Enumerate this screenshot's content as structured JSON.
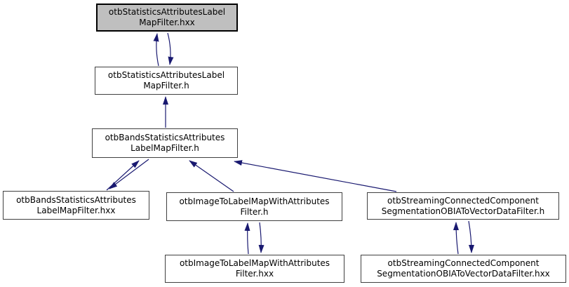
{
  "graph": {
    "type": "include-dependency-graph",
    "colors": {
      "edge": "#191970",
      "node_fill": "#ffffff",
      "highlight_fill": "#bfbfbf",
      "node_border": "#404040",
      "highlight_border": "#000000",
      "text": "#000000",
      "background": "#ffffff"
    },
    "nodes": [
      {
        "id": "otbStatisticsAttributesLabelMapFilter.hxx",
        "line1": "otbStatisticsAttributesLabel",
        "line2": "MapFilter.hxx",
        "highlighted": true
      },
      {
        "id": "otbStatisticsAttributesLabelMapFilter.h",
        "line1": "otbStatisticsAttributesLabel",
        "line2": "MapFilter.h",
        "highlighted": false
      },
      {
        "id": "otbBandsStatisticsAttributesLabelMapFilter.h",
        "line1": "otbBandsStatisticsAttributes",
        "line2": "LabelMapFilter.h",
        "highlighted": false
      },
      {
        "id": "otbBandsStatisticsAttributesLabelMapFilter.hxx",
        "line1": "otbBandsStatisticsAttributes",
        "line2": "LabelMapFilter.hxx",
        "highlighted": false
      },
      {
        "id": "otbImageToLabelMapWithAttributesFilter.h",
        "line1": "otbImageToLabelMapWithAttributes",
        "line2": "Filter.h",
        "highlighted": false
      },
      {
        "id": "otbStreamingConnectedComponentSegmentationOBIAToVectorDataFilter.h",
        "line1": "otbStreamingConnectedComponent",
        "line2": "SegmentationOBIAToVectorDataFilter.h",
        "highlighted": false
      },
      {
        "id": "otbImageToLabelMapWithAttributesFilter.hxx",
        "line1": "otbImageToLabelMapWithAttributes",
        "line2": "Filter.hxx",
        "highlighted": false
      },
      {
        "id": "otbStreamingConnectedComponentSegmentationOBIAToVectorDataFilter.hxx",
        "line1": "otbStreamingConnectedComponent",
        "line2": "SegmentationOBIAToVectorDataFilter.hxx",
        "highlighted": false
      }
    ],
    "edges": [
      {
        "from": "otbStatisticsAttributesLabelMapFilter.h",
        "to": "otbStatisticsAttributesLabelMapFilter.hxx"
      },
      {
        "from": "otbStatisticsAttributesLabelMapFilter.hxx",
        "to": "otbStatisticsAttributesLabelMapFilter.h"
      },
      {
        "from": "otbBandsStatisticsAttributesLabelMapFilter.h",
        "to": "otbStatisticsAttributesLabelMapFilter.h"
      },
      {
        "from": "otbBandsStatisticsAttributesLabelMapFilter.hxx",
        "to": "otbBandsStatisticsAttributesLabelMapFilter.h"
      },
      {
        "from": "otbBandsStatisticsAttributesLabelMapFilter.h",
        "to": "otbBandsStatisticsAttributesLabelMapFilter.hxx"
      },
      {
        "from": "otbImageToLabelMapWithAttributesFilter.h",
        "to": "otbBandsStatisticsAttributesLabelMapFilter.h"
      },
      {
        "from": "otbStreamingConnectedComponentSegmentationOBIAToVectorDataFilter.h",
        "to": "otbBandsStatisticsAttributesLabelMapFilter.h"
      },
      {
        "from": "otbImageToLabelMapWithAttributesFilter.hxx",
        "to": "otbImageToLabelMapWithAttributesFilter.h"
      },
      {
        "from": "otbImageToLabelMapWithAttributesFilter.h",
        "to": "otbImageToLabelMapWithAttributesFilter.hxx"
      },
      {
        "from": "otbStreamingConnectedComponentSegmentationOBIAToVectorDataFilter.hxx",
        "to": "otbStreamingConnectedComponentSegmentationOBIAToVectorDataFilter.h"
      },
      {
        "from": "otbStreamingConnectedComponentSegmentationOBIAToVectorDataFilter.h",
        "to": "otbStreamingConnectedComponentSegmentationOBIAToVectorDataFilter.hxx"
      }
    ]
  }
}
